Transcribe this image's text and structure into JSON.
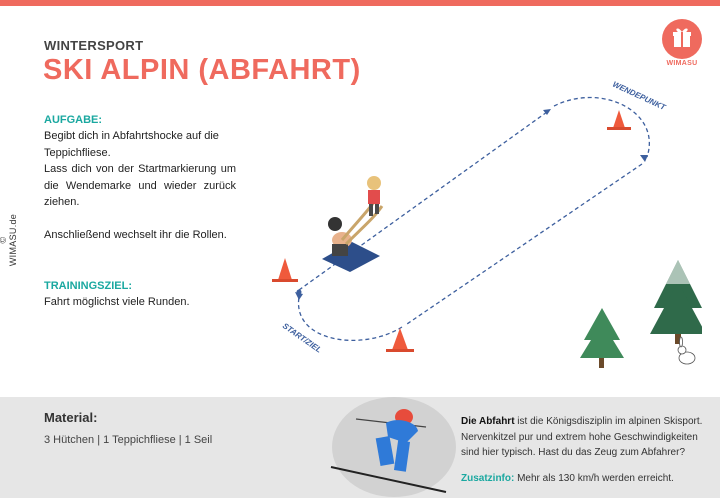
{
  "header": {
    "kicker": "WINTERSPORT",
    "title": "SKI ALPIN (ABFAHRT)"
  },
  "side_copyright": "© WIMASU.de",
  "logo": {
    "text": "WIMASU"
  },
  "aufgabe": {
    "heading": "AUFGABE:",
    "line1": "Begibt dich in Abfahrtshocke auf die Teppichfliese.",
    "line2": "Lass dich von der Startmarkierung um die Wendemarke und wieder zurück ziehen.",
    "line3": "Anschließend wechselt ihr die Rollen."
  },
  "trainingsziel": {
    "heading": "TRAININGSZIEL:",
    "text": "Fahrt möglichst viele Runden."
  },
  "scene": {
    "label_wendepunkt": "WENDEPUNKT",
    "label_startziel": "START/ZIEL"
  },
  "material": {
    "heading": "Material:",
    "text": "3 Hütchen | 1 Teppichfliese | 1 Seil"
  },
  "info": {
    "bold_lead": "Die Abfahrt",
    "text": " ist die Königsdisziplin im alpinen Skisport. Nervenkitzel pur und extrem hohe Geschwindigkeiten sind hier typisch. Hast du das Zeug zum Abfahrer?",
    "zusatz_label": "Zusatzinfo:",
    "zusatz_text": " Mehr als 130 km/h werden erreicht."
  },
  "colors": {
    "accent": "#ef6a5e",
    "teal": "#1aa8a0",
    "path": "#3d5f9e",
    "bottom_bg": "#e6e6e6"
  }
}
